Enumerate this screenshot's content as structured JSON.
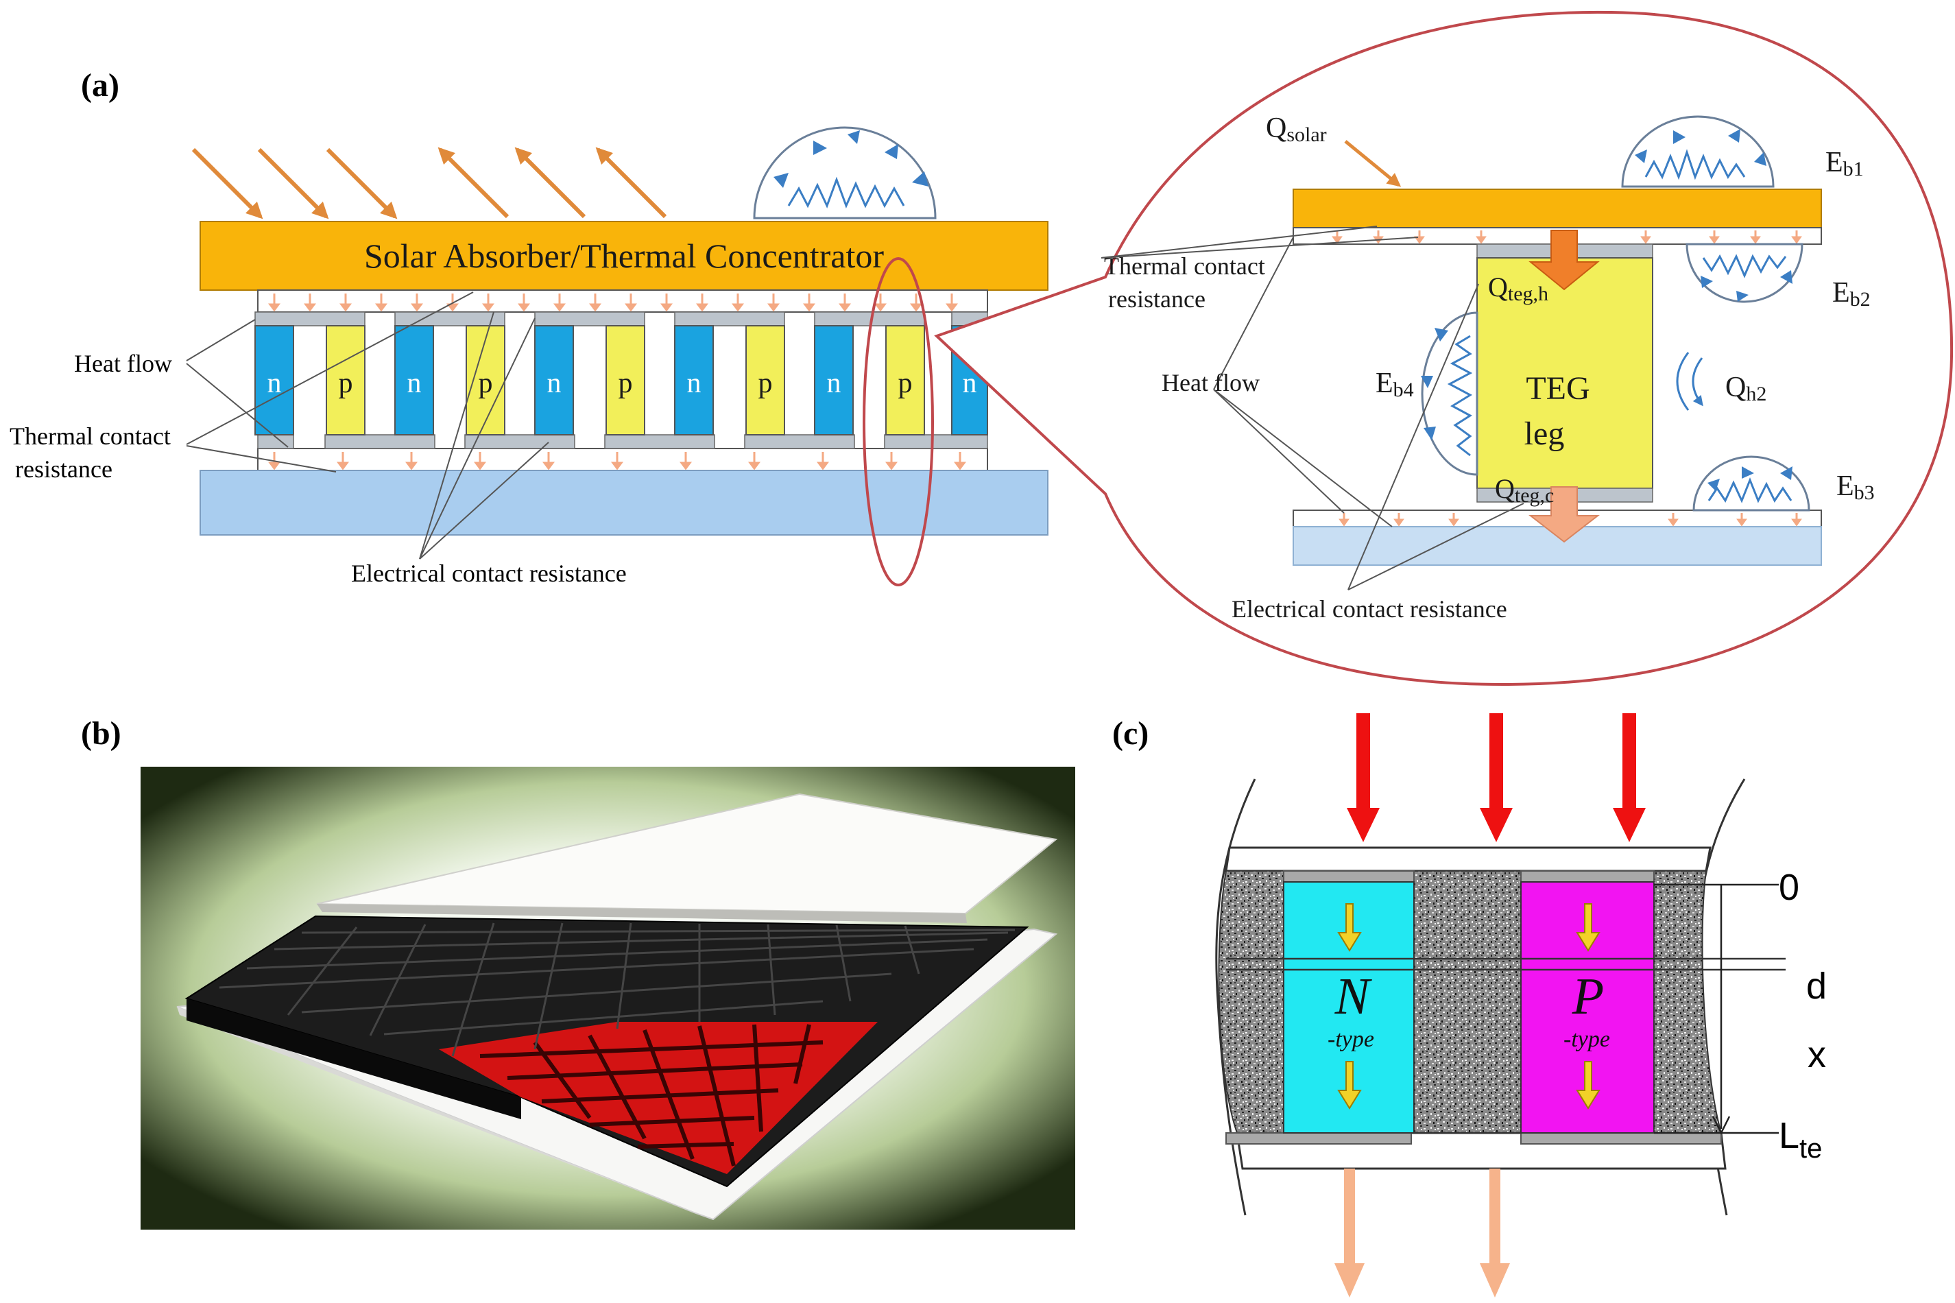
{
  "panel_labels": {
    "a": "(a)",
    "b": "(b)",
    "c": "(c)"
  },
  "panel_a": {
    "absorber": "Solar Absorber/Thermal Concentrator",
    "heat_flow": "Heat flow",
    "thermal_contact_line1": "Thermal contact",
    "thermal_contact_line2": "resistance",
    "electrical_contact": "Electrical contact resistance",
    "legs": [
      "n",
      "p",
      "n",
      "p",
      "n",
      "p",
      "n",
      "p",
      "n",
      "p",
      "n"
    ]
  },
  "panel_a_zoom": {
    "q_solar_main": "Q",
    "q_solar_sub": "solar",
    "thermal_contact_line1": "Thermal contact",
    "thermal_contact_line2": "resistance",
    "heat_flow": "Heat flow",
    "electrical_contact": "Electrical contact resistance",
    "q_teg_h_main": "Q",
    "q_teg_h_sub": "teg,h",
    "q_teg_c_main": "Q",
    "q_teg_c_sub": "teg,c",
    "teg_line1": "TEG",
    "teg_line2": "leg",
    "eb1_main": "E",
    "eb1_sub": "b1",
    "eb2_main": "E",
    "eb2_sub": "b2",
    "eb3_main": "E",
    "eb3_sub": "b3",
    "eb4_main": "E",
    "eb4_sub": "b4",
    "qh2_main": "Q",
    "qh2_sub": "h2"
  },
  "panel_c": {
    "n_letter": "N",
    "n_type": "-type",
    "p_letter": "P",
    "p_type": "-type",
    "axis_zero": "0",
    "axis_d": "d",
    "axis_x": "x",
    "axis_l_main": "L",
    "axis_l_sub": "te"
  },
  "colors": {
    "absorber": "#f9b40a",
    "n_leg": "#1aa3e0",
    "p_leg": "#f2ef5a",
    "sink": "#a9cdef",
    "solar_arrow": "#e08a3a",
    "heat_arrow": "#f4a983",
    "zoom_border": "#c0484c",
    "c_n": "#22e8f2",
    "c_p": "#f214f2",
    "c_hot_arrow": "#ee1111",
    "c_cold_arrow": "#f6b38b"
  }
}
